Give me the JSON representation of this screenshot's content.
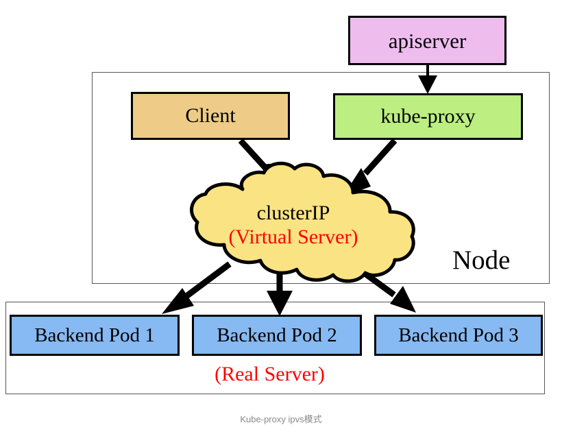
{
  "diagram": {
    "caption": "Kube-proxy ipvs模式",
    "colors": {
      "apiserver_fill": "#eebdee",
      "client_fill": "#eecb87",
      "kubeproxy_fill": "#bcee82",
      "cloud_fill": "#f9e382",
      "pod_fill": "#87b9f2",
      "stroke": "#000000",
      "red_text": "#ff0000",
      "container_stroke": "#555555",
      "caption_text": "#888888",
      "background": "#ffffff"
    },
    "nodes": {
      "apiserver": {
        "label": "apiserver"
      },
      "client": {
        "label": "Client"
      },
      "kube_proxy": {
        "label": "kube-proxy"
      },
      "cloud": {
        "line1": "clusterIP",
        "line2": "(Virtual Server)"
      },
      "node_container": {
        "label": "Node"
      },
      "pods": [
        {
          "label": "Backend Pod 1"
        },
        {
          "label": "Backend Pod 2"
        },
        {
          "label": "Backend Pod 3"
        }
      ],
      "pods_container": {
        "label": "(Real Server)"
      }
    },
    "edges": [
      {
        "from": "apiserver",
        "to": "kube-proxy",
        "style": "thin-arrow"
      },
      {
        "from": "client",
        "to": "clusterIP",
        "style": "thick-arrow"
      },
      {
        "from": "kube-proxy",
        "to": "clusterIP",
        "style": "thick-arrow"
      },
      {
        "from": "clusterIP",
        "to": "Backend Pod 1",
        "style": "thick-arrow"
      },
      {
        "from": "clusterIP",
        "to": "Backend Pod 2",
        "style": "thick-arrow"
      },
      {
        "from": "clusterIP",
        "to": "Backend Pod 3",
        "style": "thick-arrow"
      }
    ]
  }
}
